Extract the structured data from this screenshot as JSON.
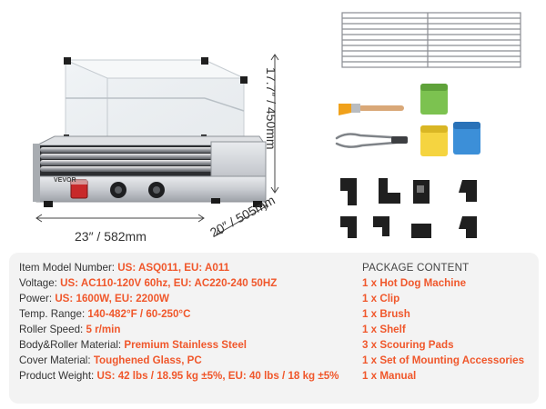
{
  "dimensions": {
    "width": "23″ / 582mm",
    "depth": "20″ / 505mm",
    "height": "17.7″ / 450mm"
  },
  "machine": {
    "brand": "VEVOR"
  },
  "specs": [
    {
      "label": "Item Model Number: ",
      "value": "US: ASQ011, EU: A011"
    },
    {
      "label": "Voltage: ",
      "value": "US: AC110-120V 60hz, EU: AC220-240 50HZ"
    },
    {
      "label": "Power: ",
      "value": "US: 1600W, EU: 2200W"
    },
    {
      "label": "Temp. Range: ",
      "value": "140-482°F / 60-250°C"
    },
    {
      "label": "Roller Speed: ",
      "value": "5 r/min"
    },
    {
      "label": "Body&Roller Material: ",
      "value": "Premium Stainless Steel"
    },
    {
      "label": "Cover Material: ",
      "value": "Toughened Glass, PC"
    },
    {
      "label": "Product Weight: ",
      "value": "US: 42 lbs / 18.95 kg ±5%, EU: 40 lbs / 18 kg ±5%"
    }
  ],
  "package": {
    "title": "PACKAGE CONTENT",
    "items": [
      "1 x Hot Dog Machine",
      "1 x Clip",
      "1 x Brush",
      "1 x Shelf",
      "3 x Scouring Pads",
      "1 x Set of Mounting Accessories",
      "1 x Manual"
    ]
  },
  "colors": {
    "accent": "#f0572b",
    "text": "#333333",
    "panel": "#f3f3f3"
  }
}
